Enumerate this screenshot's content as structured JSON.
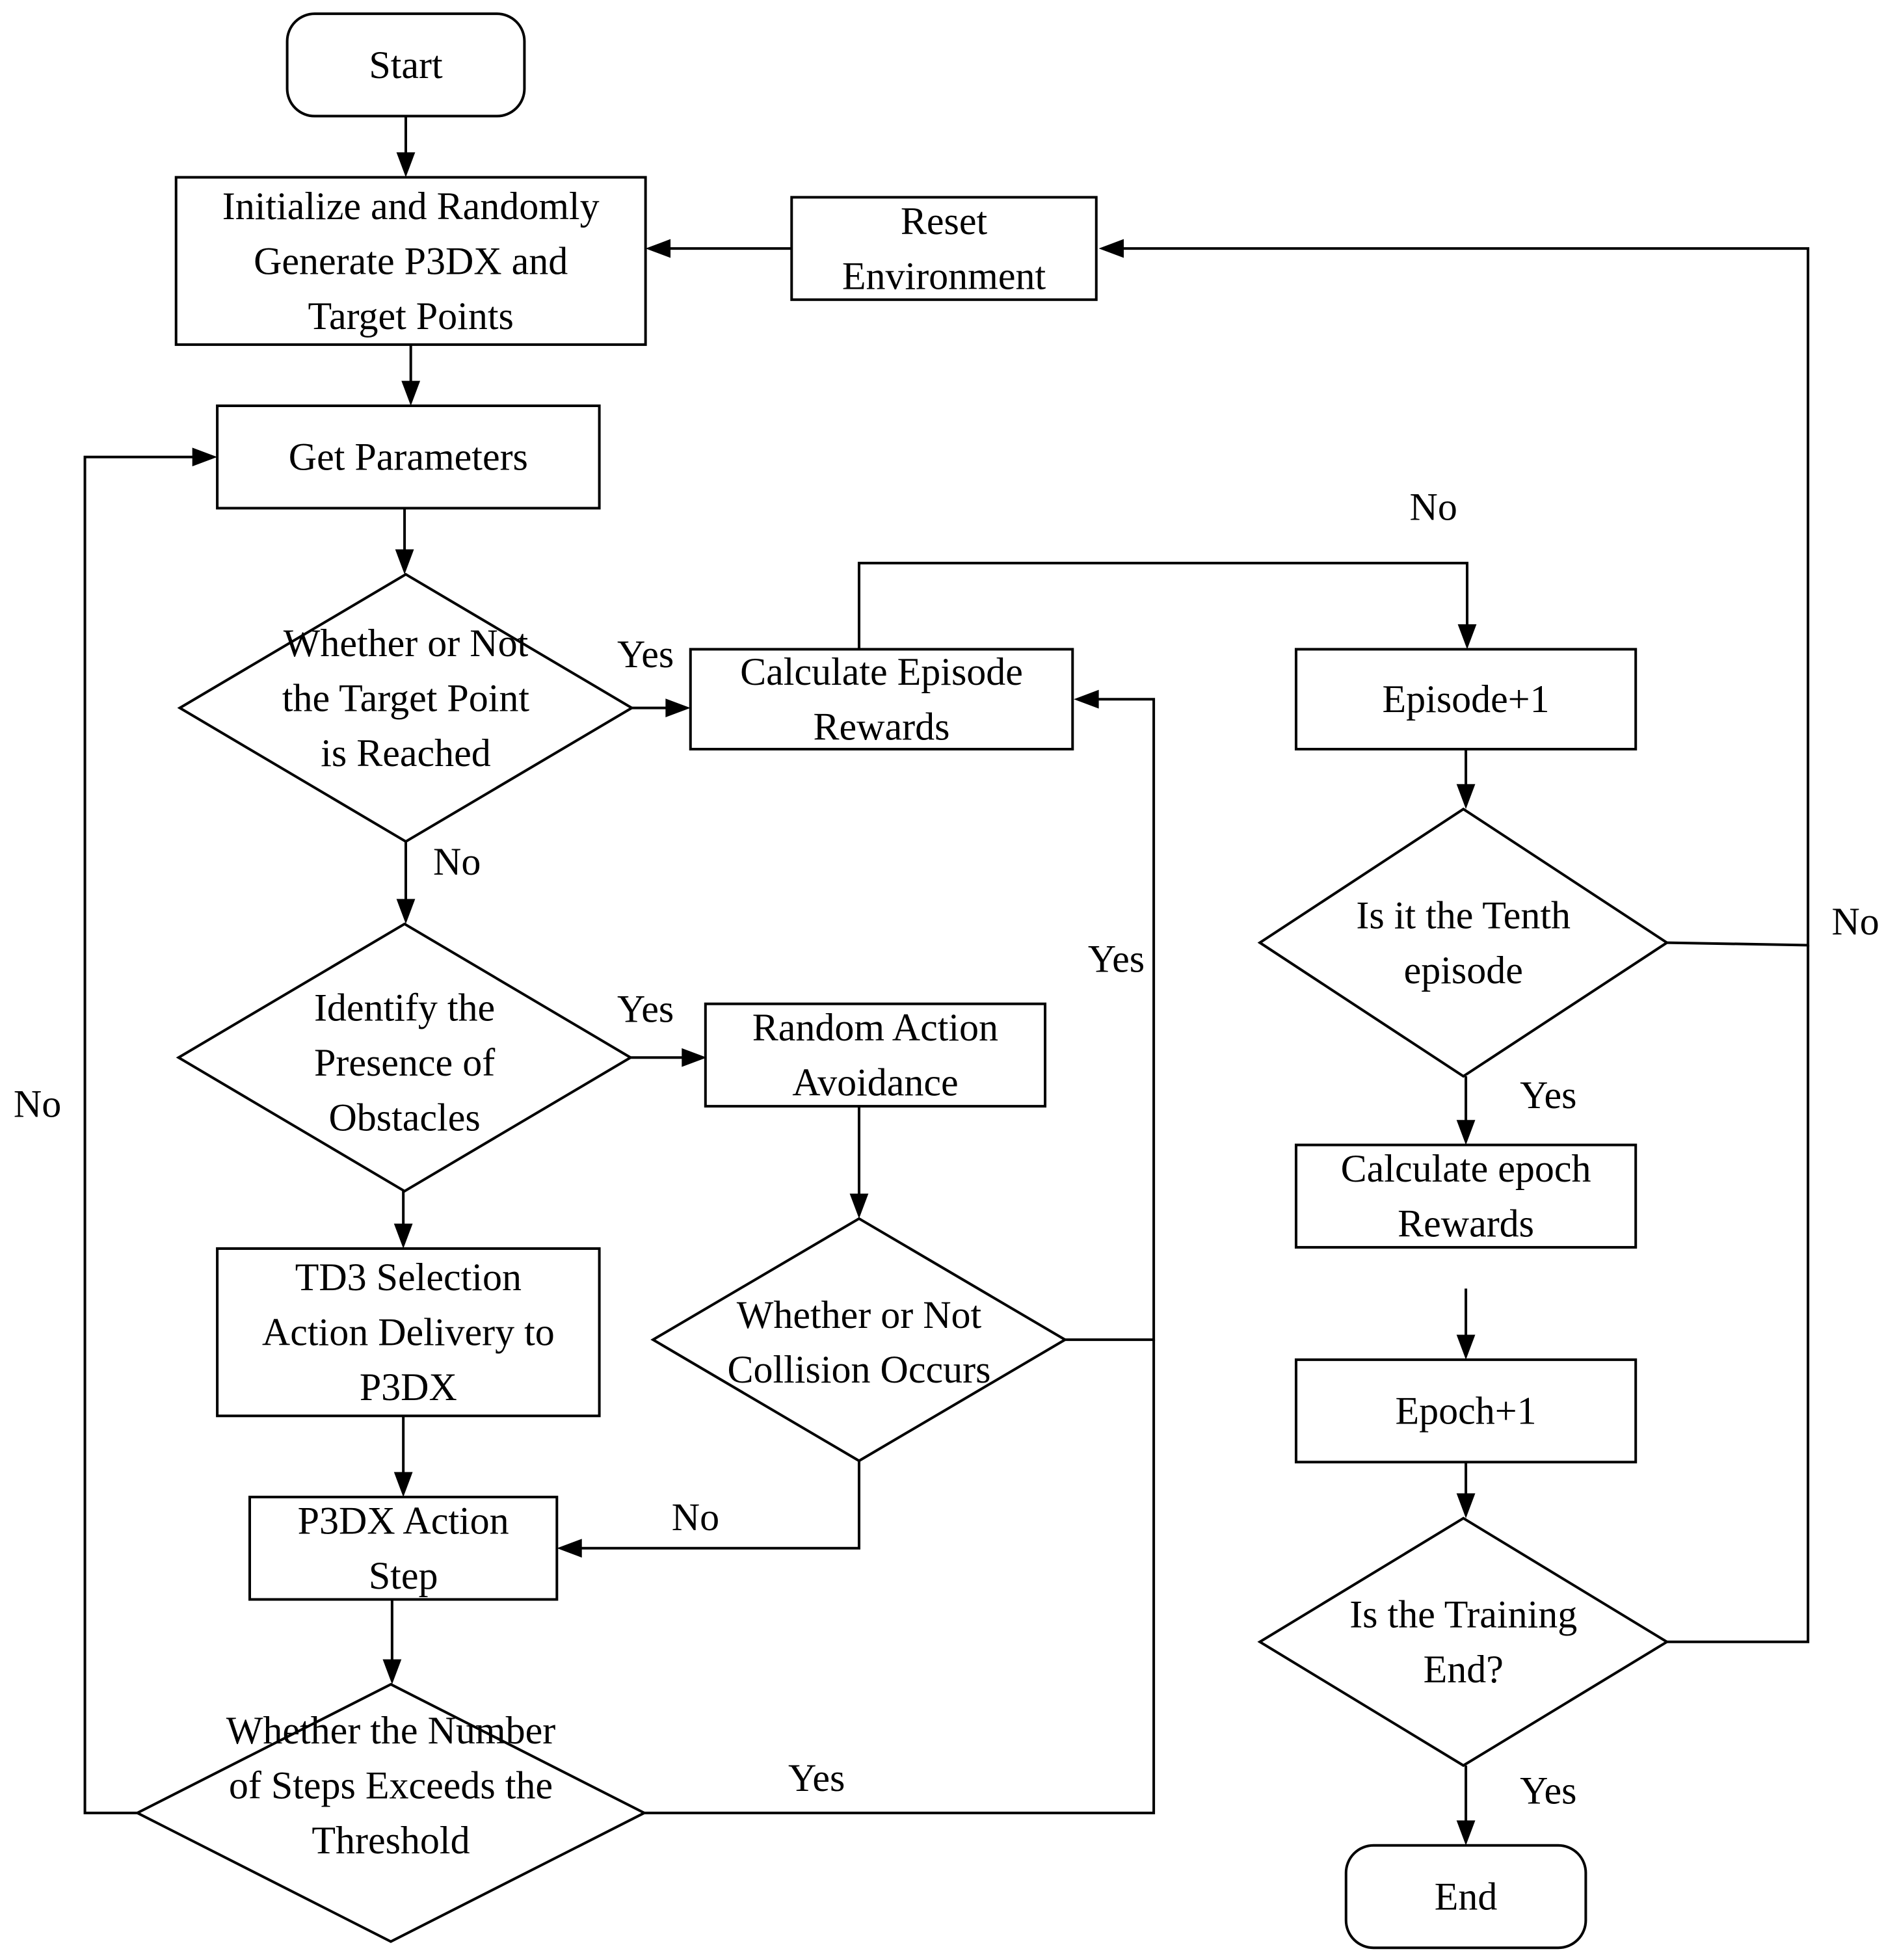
{
  "diagram": {
    "type": "flowchart",
    "nodes": {
      "start": {
        "shape": "terminal",
        "lines": [
          "Start"
        ]
      },
      "init": {
        "shape": "process",
        "lines": [
          "Initialize and Randomly",
          "Generate P3DX and",
          "Target Points"
        ]
      },
      "reset": {
        "shape": "process",
        "lines": [
          "Reset",
          "Environment"
        ]
      },
      "getparams": {
        "shape": "process",
        "lines": [
          "Get Parameters"
        ]
      },
      "target": {
        "shape": "decision",
        "lines": [
          "Whether or Not",
          "the Target Point",
          "is Reached"
        ]
      },
      "calcep": {
        "shape": "process",
        "lines": [
          "Calculate Episode",
          "Rewards"
        ]
      },
      "episode": {
        "shape": "process",
        "lines": [
          "Episode+1"
        ]
      },
      "tenth": {
        "shape": "decision",
        "lines": [
          "Is it the Tenth",
          "episode"
        ]
      },
      "obstacle": {
        "shape": "decision",
        "lines": [
          "Identify the",
          "Presence of",
          "Obstacles"
        ]
      },
      "random": {
        "shape": "process",
        "lines": [
          "Random Action",
          "Avoidance"
        ]
      },
      "td3": {
        "shape": "process",
        "lines": [
          "TD3  Selection",
          "Action Delivery to",
          "P3DX"
        ]
      },
      "collision": {
        "shape": "decision",
        "lines": [
          "Whether or Not",
          "Collision Occurs"
        ]
      },
      "calcepoch": {
        "shape": "process",
        "lines": [
          "Calculate epoch",
          "Rewards"
        ]
      },
      "step": {
        "shape": "process",
        "lines": [
          "P3DX Action",
          "Step"
        ]
      },
      "epoch": {
        "shape": "process",
        "lines": [
          "Epoch+1"
        ]
      },
      "training": {
        "shape": "decision",
        "lines": [
          "Is the Training",
          "End?"
        ]
      },
      "steps": {
        "shape": "decision",
        "lines": [
          "Whether the Number",
          "of Steps Exceeds the",
          "Threshold"
        ]
      },
      "end": {
        "shape": "terminal",
        "lines": [
          "End"
        ]
      }
    },
    "edges": [
      {
        "id": "start-init",
        "from": "start",
        "to": "init",
        "label": ""
      },
      {
        "id": "init-getparams",
        "from": "init",
        "to": "getparams",
        "label": ""
      },
      {
        "id": "reset-init",
        "from": "reset",
        "to": "init",
        "label": ""
      },
      {
        "id": "getparams-target",
        "from": "getparams",
        "to": "target",
        "label": ""
      },
      {
        "id": "target-calcep",
        "from": "target",
        "to": "calcep",
        "label": "Yes"
      },
      {
        "id": "target-obstacle",
        "from": "target",
        "to": "obstacle",
        "label": "No"
      },
      {
        "id": "calcep-episode",
        "from": "calcep",
        "to": "episode",
        "label": "No"
      },
      {
        "id": "episode-tenth",
        "from": "episode",
        "to": "tenth",
        "label": ""
      },
      {
        "id": "tenth-reset",
        "from": "tenth",
        "to": "reset",
        "label": "No"
      },
      {
        "id": "tenth-calcepoch",
        "from": "tenth",
        "to": "calcepoch",
        "label": "Yes"
      },
      {
        "id": "obstacle-random",
        "from": "obstacle",
        "to": "random",
        "label": "Yes"
      },
      {
        "id": "obstacle-td3",
        "from": "obstacle",
        "to": "td3",
        "label": ""
      },
      {
        "id": "random-collision",
        "from": "random",
        "to": "collision",
        "label": ""
      },
      {
        "id": "collision-calcep",
        "from": "collision",
        "to": "calcep",
        "label": "Yes"
      },
      {
        "id": "collision-step",
        "from": "collision",
        "to": "step",
        "label": "No"
      },
      {
        "id": "td3-step",
        "from": "td3",
        "to": "step",
        "label": ""
      },
      {
        "id": "step-steps",
        "from": "step",
        "to": "steps",
        "label": ""
      },
      {
        "id": "steps-getparams",
        "from": "steps",
        "to": "getparams",
        "label": "No"
      },
      {
        "id": "steps-calcep",
        "from": "steps",
        "to": "calcep",
        "label": "Yes"
      },
      {
        "id": "calcepoch-epoch",
        "from": "calcepoch",
        "to": "epoch",
        "label": ""
      },
      {
        "id": "epoch-training",
        "from": "epoch",
        "to": "training",
        "label": ""
      },
      {
        "id": "training-reset",
        "from": "training",
        "to": "reset",
        "label": ""
      },
      {
        "id": "training-end",
        "from": "training",
        "to": "end",
        "label": "Yes"
      }
    ]
  }
}
